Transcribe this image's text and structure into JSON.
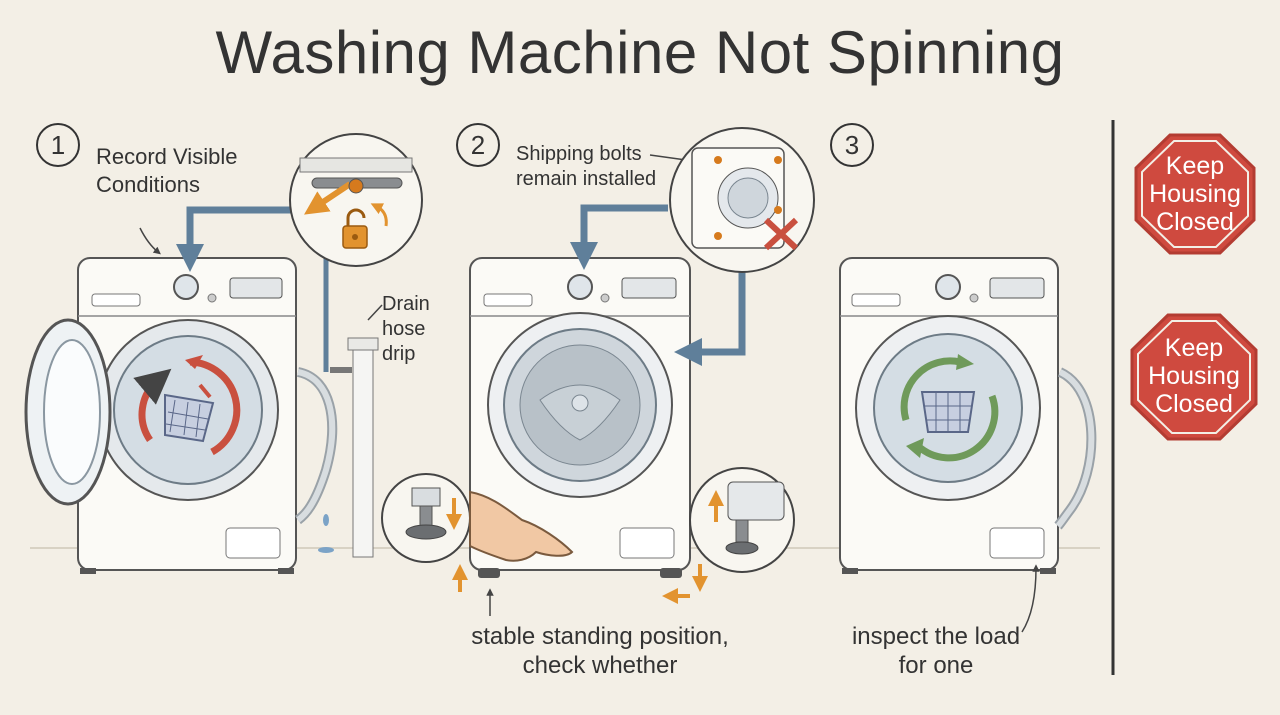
{
  "title": "Washing Machine Not Spinning",
  "steps": [
    {
      "number": "1",
      "label_line1": "Record Visible",
      "label_line2": "Conditions",
      "side_note": [
        "Drain",
        "hose",
        "drip"
      ]
    },
    {
      "number": "2",
      "label_line1": "Shipping bolts",
      "label_line2": "remain installed",
      "caption_line1": "stable standing position,",
      "caption_line2": "check whether"
    },
    {
      "number": "3",
      "caption_line1": "inspect the load",
      "caption_line2": "for one"
    }
  ],
  "signs": [
    {
      "lines": [
        "Keep",
        "Housing",
        "Closed"
      ]
    },
    {
      "lines": [
        "Keep",
        "Housing",
        "Closed"
      ]
    }
  ],
  "colors": {
    "background": "#f3efe6",
    "arrow_blue": "#5f7f9a",
    "spin_red": "#c9503f",
    "spin_green": "#6f9a5a",
    "warning_orange": "#e2932f",
    "sign_red": "#cf4a3f"
  },
  "icons": [
    "unlock-icon",
    "x-mark-icon",
    "laundry-basket-icon",
    "pointing-hand-icon"
  ]
}
